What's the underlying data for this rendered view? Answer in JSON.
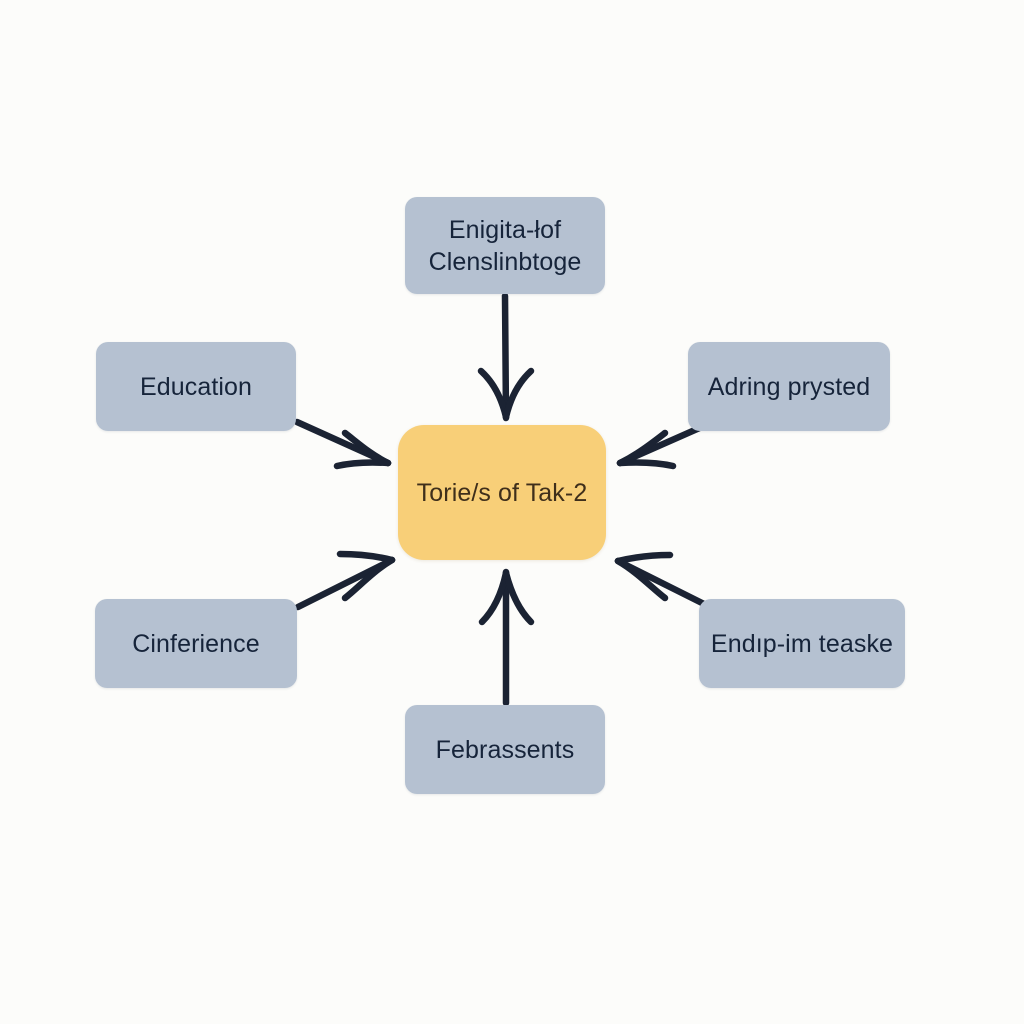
{
  "diagram": {
    "type": "concept-map",
    "title": "Torie/s of Tak-2",
    "background_color": "#fcfcfa",
    "center": {
      "label": "Torie/s of Tak-2",
      "fill_color": "#f8cf78",
      "text_color": "#3f2f1b"
    },
    "node_fill_color": "#b5c1d1",
    "node_text_color": "#16243a",
    "edge_color": "#1b2333",
    "nodes": [
      {
        "id": "top",
        "label": "Enigita-łof Clenslinbtoge",
        "line1": "Enigita-łof",
        "line2": "Clenslinbtoge",
        "position": "top"
      },
      {
        "id": "left",
        "label": "Education",
        "position": "left"
      },
      {
        "id": "right",
        "label": "Adring prysted",
        "position": "right"
      },
      {
        "id": "bottom-left",
        "label": "Cinferience",
        "position": "bottom-left"
      },
      {
        "id": "bottom-right",
        "label": "Endıp-im teaske",
        "position": "bottom-right"
      },
      {
        "id": "bottom",
        "label": "Febrassents",
        "position": "bottom"
      }
    ],
    "edges": [
      {
        "from": "top",
        "to": "center",
        "direction": "down",
        "arrowhead": true
      },
      {
        "from": "left",
        "to": "center",
        "direction": "down-right",
        "arrowhead": true
      },
      {
        "from": "right",
        "to": "center",
        "direction": "down-left",
        "arrowhead": true
      },
      {
        "from": "bottom-left",
        "to": "center",
        "direction": "up-right",
        "arrowhead": true
      },
      {
        "from": "bottom-right",
        "to": "center",
        "direction": "up-left",
        "arrowhead": true
      },
      {
        "from": "bottom",
        "to": "center",
        "direction": "up",
        "arrowhead": true
      }
    ]
  }
}
